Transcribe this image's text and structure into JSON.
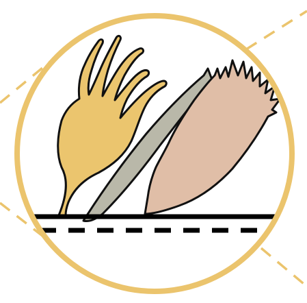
{
  "diagram": {
    "colors": {
      "background": "#ffffff",
      "ring": "#ebc46d",
      "guide_dashes": "#ebc46d",
      "hand_shape_fill": "#ebc56e",
      "blade_shape_fill": "#b9b8a9",
      "flame_shape_fill": "#e0bea7",
      "outline": "#111111",
      "baseline": "#000000",
      "dashed_line": "#000000"
    },
    "elements": [
      {
        "id": "outer-ring",
        "icon": "circle-ring"
      },
      {
        "id": "diagonal-guides",
        "icon": "dashed-guide-lines"
      },
      {
        "id": "hand-shape",
        "icon": "claw-hand-shape"
      },
      {
        "id": "blade-shape",
        "icon": "thin-blade-shape"
      },
      {
        "id": "flame-shape",
        "icon": "jagged-flame-shape"
      },
      {
        "id": "ground-line",
        "icon": "solid-baseline"
      },
      {
        "id": "dashed-line",
        "icon": "dashed-baseline"
      }
    ]
  }
}
